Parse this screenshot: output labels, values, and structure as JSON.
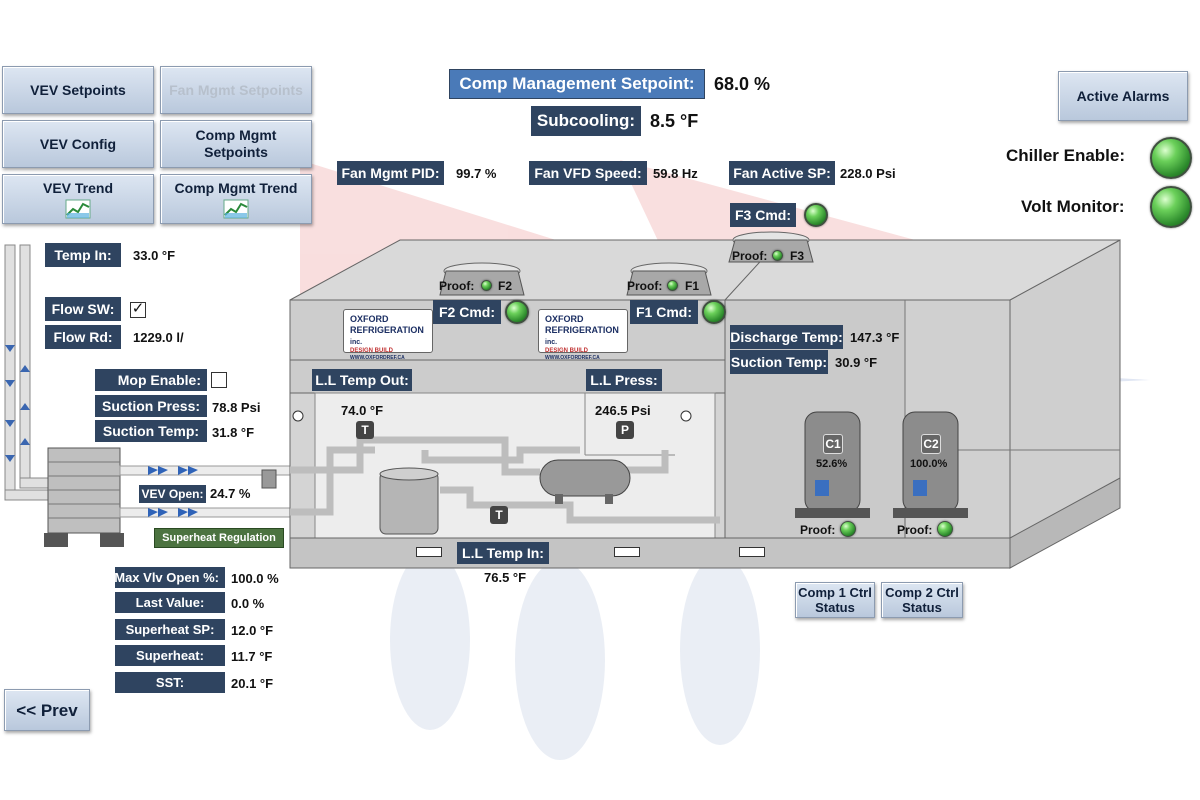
{
  "nav": {
    "vev_setpoints": "VEV Setpoints",
    "fan_mgmt_setpoints": "Fan Mgmt Setpoints",
    "vev_config": "VEV Config",
    "comp_mgmt_setpoints_line1": "Comp Mgmt",
    "comp_mgmt_setpoints_line2": "Setpoints",
    "vev_trend": "VEV Trend",
    "comp_mgmt_trend": "Comp Mgmt Trend",
    "active_alarms": "Active Alarms",
    "prev": "<< Prev"
  },
  "header": {
    "comp_mgmt_setpoint_label": "Comp Management Setpoint:",
    "comp_mgmt_setpoint_value": "68.0 %",
    "subcooling_label": "Subcooling:",
    "subcooling_value": "8.5 °F"
  },
  "status": {
    "chiller_enable_label": "Chiller Enable:",
    "volt_monitor_label": "Volt Monitor:"
  },
  "fan": {
    "mgmt_pid_label": "Fan Mgmt PID:",
    "mgmt_pid_value": "99.7 %",
    "vfd_speed_label": "Fan VFD Speed:",
    "vfd_speed_value": "59.8 Hz",
    "active_sp_label": "Fan Active SP:",
    "active_sp_value": "228.0 Psi",
    "f1_cmd_label": "F1 Cmd:",
    "f2_cmd_label": "F2 Cmd:",
    "f3_cmd_label": "F3 Cmd:",
    "proof_label": "Proof:",
    "f1_name": "F1",
    "f2_name": "F2",
    "f3_name": "F3"
  },
  "inlet": {
    "temp_in_label": "Temp In:",
    "temp_in_value": "33.0 °F",
    "flow_sw_label": "Flow SW:",
    "flow_sw_check": "✓",
    "flow_rd_label": "Flow Rd:",
    "flow_rd_value": "1229.0 l/"
  },
  "suction": {
    "mop_enable_label": "Mop Enable:",
    "suction_press_label": "Suction Press:",
    "suction_press_value": "78.8 Psi",
    "suction_temp_label": "Suction Temp:",
    "suction_temp_value": "31.8 °F"
  },
  "valve": {
    "vev_open_label": "VEV Open:",
    "vev_open_value": "24.7 %",
    "superheat_regulation": "Superheat Regulation",
    "max_vlv_open_label": "Max Vlv Open %:",
    "max_vlv_open_value": "100.0 %",
    "last_value_label": "Last Value:",
    "last_value_value": "0.0 %",
    "superheat_sp_label": "Superheat SP:",
    "superheat_sp_value": "12.0 °F",
    "superheat_label": "Superheat:",
    "superheat_value": "11.7 °F",
    "sst_label": "SST:",
    "sst_value": "20.1 °F"
  },
  "liquid_line": {
    "temp_out_label": "L.L Temp Out:",
    "temp_out_value": "74.0 °F",
    "press_label": "L.L Press:",
    "press_value": "246.5 Psi",
    "temp_in_label": "L.L Temp In:",
    "temp_in_value": "76.5 °F",
    "gauge_t": "T",
    "gauge_p": "P"
  },
  "compressors": {
    "discharge_temp_label": "Discharge Temp:",
    "discharge_temp_value": "147.3 °F",
    "suction_temp_label": "Suction Temp:",
    "suction_temp_value": "30.9 °F",
    "c1_name": "C1",
    "c1_value": "52.6%",
    "c2_name": "C2",
    "c2_value": "100.0%",
    "proof_label": "Proof:",
    "comp1_status_line1": "Comp 1 Ctrl",
    "comp1_status_line2": "Status",
    "comp2_status_line1": "Comp 2 Ctrl",
    "comp2_status_line2": "Status"
  },
  "logo": {
    "line1": "OXFORD",
    "line2": "REFRIGERATION",
    "suffix": "inc.",
    "tagline": "DESIGN BUILD",
    "url": "WWW.OXFORDREF.CA"
  },
  "colors": {
    "label_bg": "#2f4460",
    "header_label_bg": "#4a7ab8",
    "led_green": "#4fbf45",
    "equipment_gray": "#c8c8c8"
  }
}
